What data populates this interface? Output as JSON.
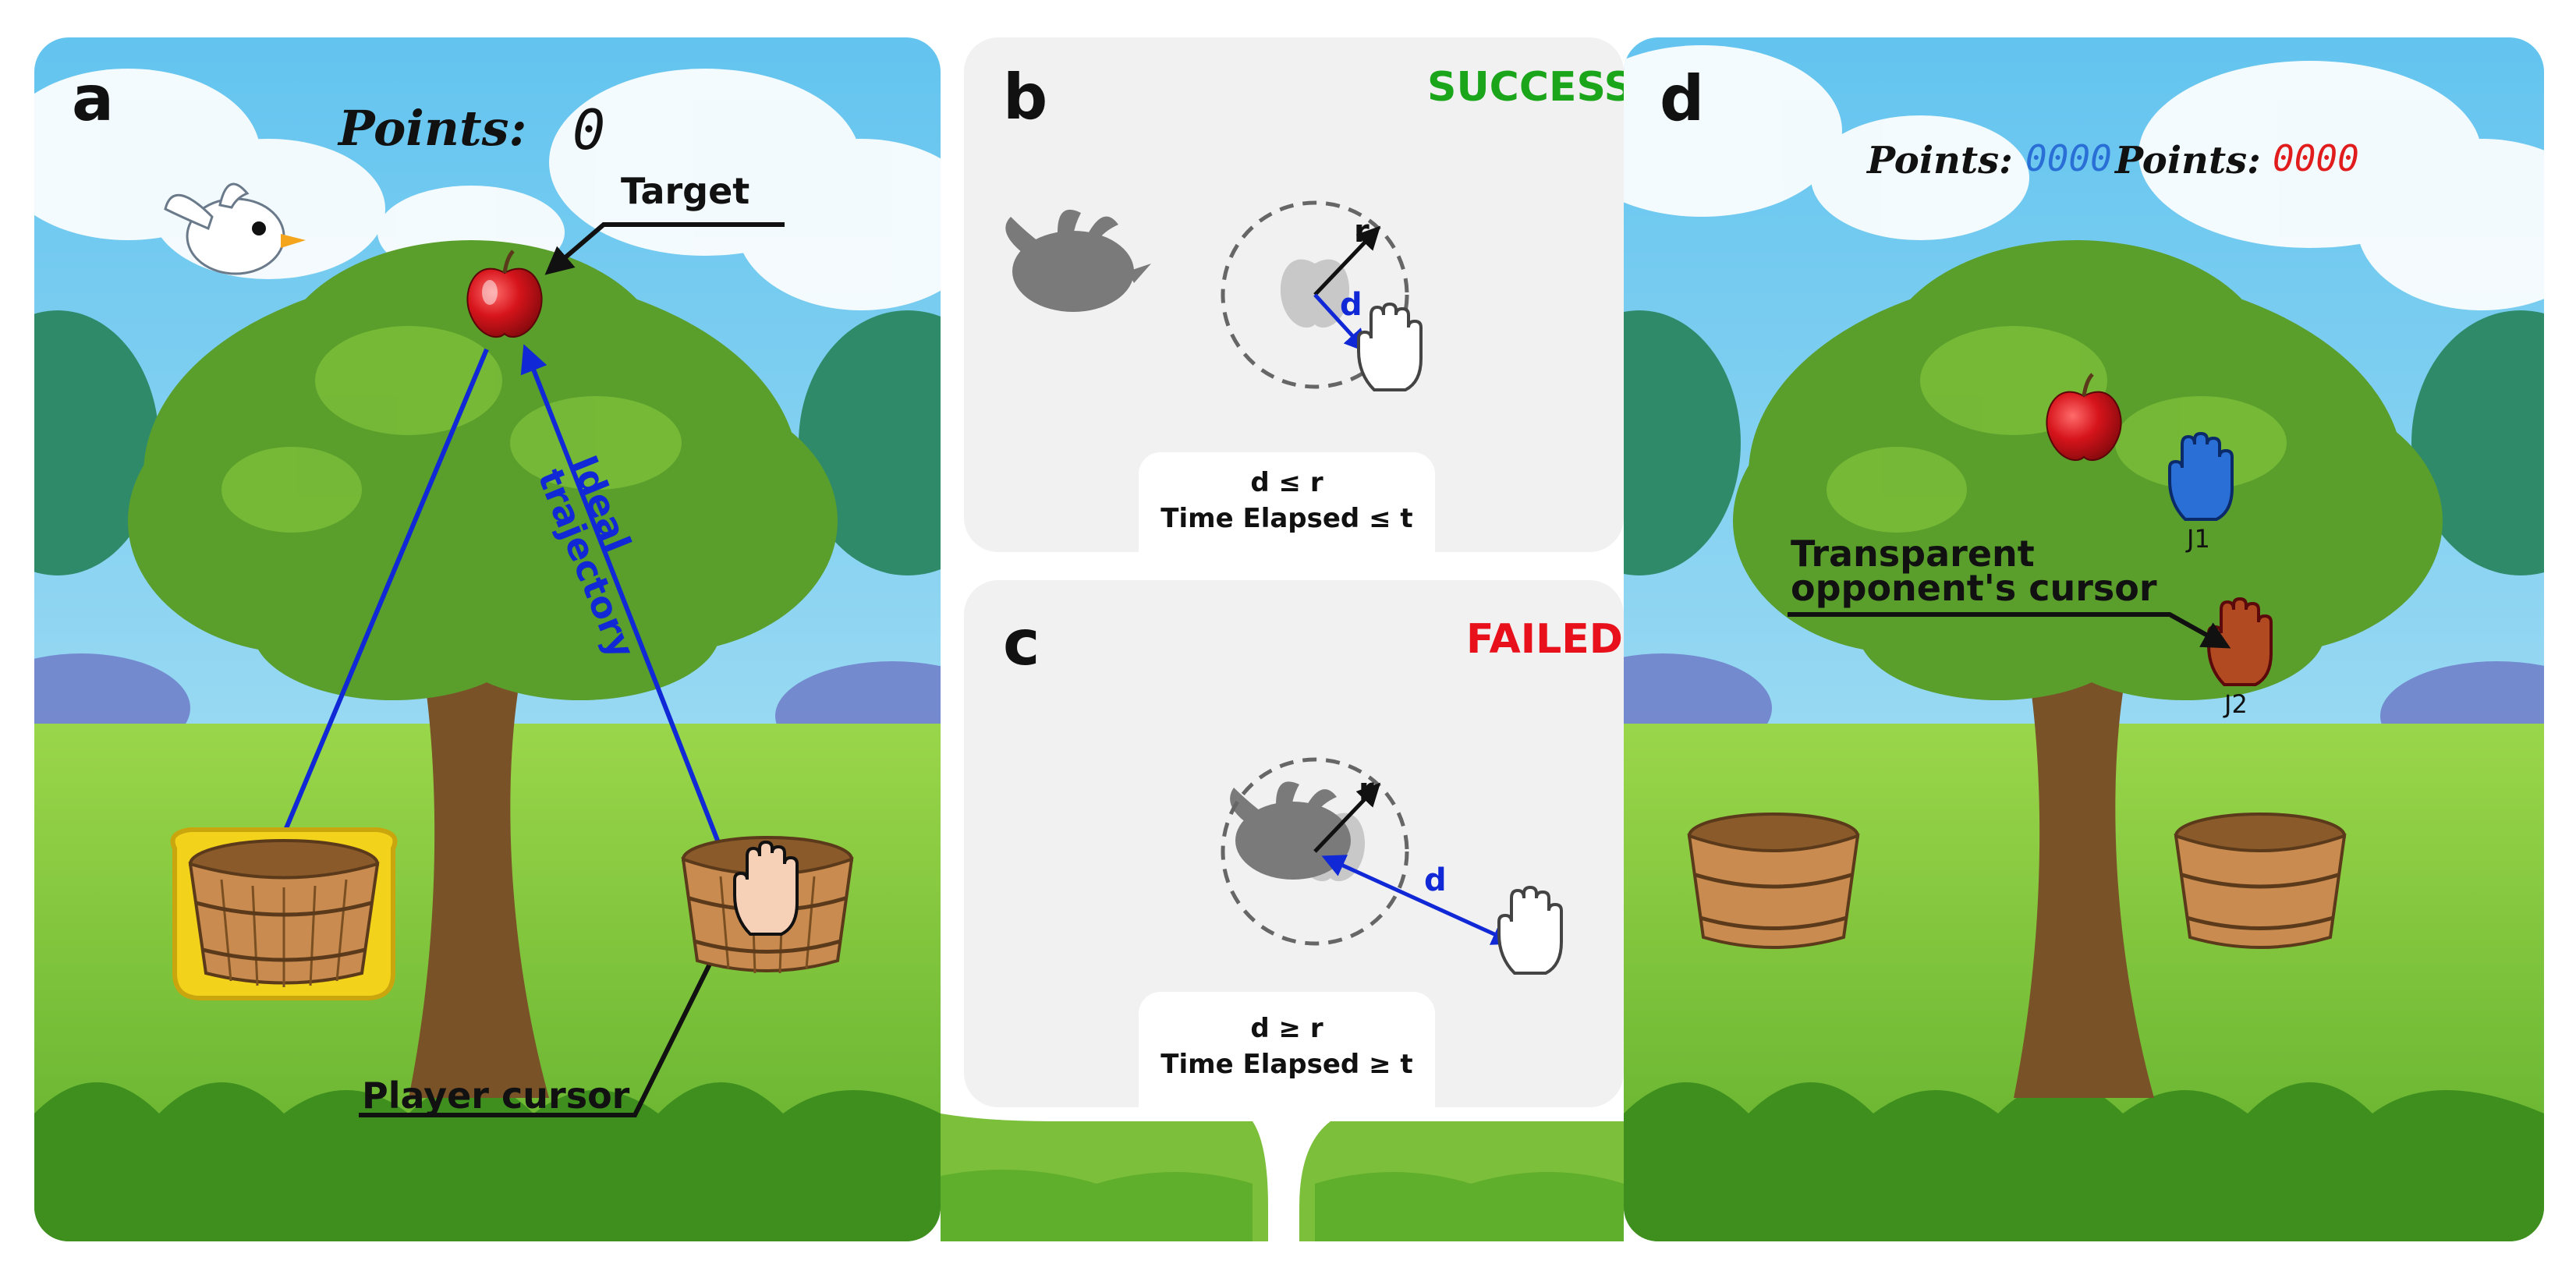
{
  "panels": {
    "a": {
      "letter": "a",
      "points_label": "Points:",
      "points_value": "0",
      "target_label": "Target",
      "trajectory_label": "Ideal trajectory",
      "cursor_label": "Player cursor"
    },
    "b": {
      "letter": "b",
      "status": "SUCCESS",
      "r_label": "r",
      "d_label": "d",
      "condition_line1": "d ≤ r",
      "condition_line2": "Time Elapsed ≤ t"
    },
    "c": {
      "letter": "c",
      "status": "FAILED",
      "r_label": "r",
      "d_label": "d",
      "condition_line1": "d ≥ r",
      "condition_line2": "Time Elapsed ≥ t"
    },
    "d": {
      "letter": "d",
      "points_label_1": "Points:",
      "points_value_1": "0000",
      "points_label_2": "Points:",
      "points_value_2": "0000",
      "player1_label": "J1",
      "player2_label": "J2",
      "opponent_label": "Transparent opponent's cursor"
    }
  },
  "colors": {
    "sky": "#8fd3f0",
    "grass": "#8ccf3e",
    "foliage": "#5a9e2c",
    "trunk": "#7a5228",
    "apple": "#d6141b",
    "basket": "#c98b4f",
    "basket_highlight": "#f2d21b",
    "arrow_blue": "#1028d6",
    "success": "#1aa51a",
    "failed": "#e8101a",
    "player1": "#2a6fd6",
    "player2": "#e01c1c",
    "panel_gray": "#f1f1f1"
  },
  "icons": [
    "bird-icon",
    "apple-icon",
    "basket-icon",
    "hand-cursor-icon",
    "bird-silhouette-icon",
    "apple-silhouette-icon"
  ]
}
